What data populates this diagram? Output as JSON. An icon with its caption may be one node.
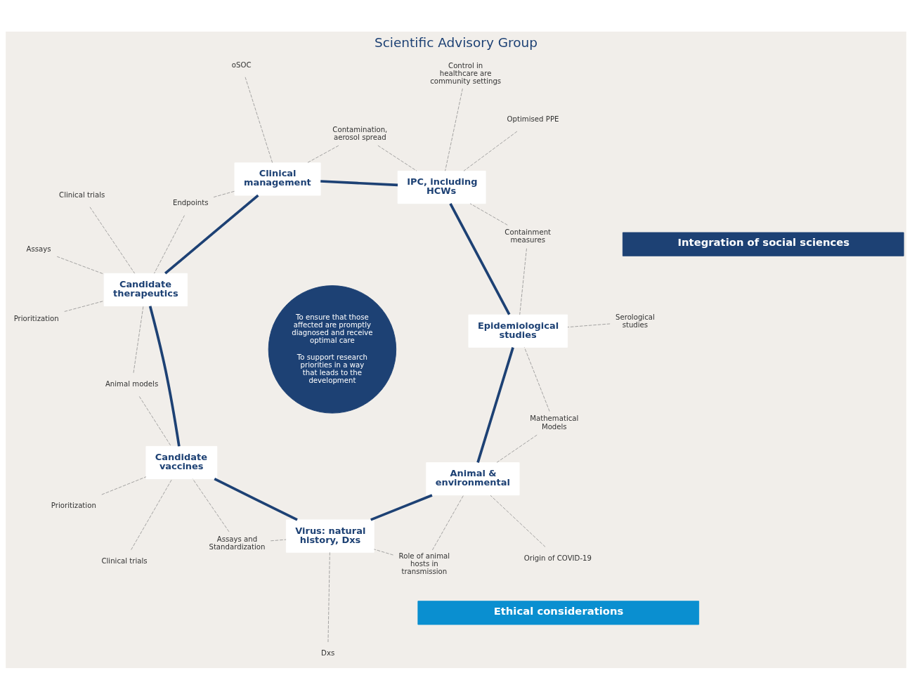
{
  "diagram": {
    "title": "Scientific Advisory Group",
    "nodes": [
      {
        "text": [
          "Ethical considerations"
        ]
      },
      {
        "text": [
          "Integration of social sciences"
        ]
      },
      {
        "text": [
          "To ensure that those affected are promptly diagnosed and receive optimal care",
          "To support research priorities in a way that leads to the development"
        ]
      },
      {
        "text": [
          "Virus: natural history, Dxs"
        ]
      },
      {
        "text": [
          "Animal & environmental"
        ]
      },
      {
        "text": [
          "Epidemiological studies"
        ]
      },
      {
        "text": [
          "IPC, including HCWs"
        ]
      },
      {
        "text": [
          "Clinical management"
        ]
      },
      {
        "text": [
          "Candidate therapeutics"
        ]
      },
      {
        "text": [
          "Candidate vaccines"
        ]
      },
      {
        "text": [
          "Dxs"
        ]
      },
      {
        "text": [
          "Role of animal hosts in transmission"
        ]
      },
      {
        "text": [
          "Origin of COVID-19"
        ]
      },
      {
        "text": [
          "Mathematical Models"
        ]
      },
      {
        "text": [
          "Serological studies"
        ]
      },
      {
        "text": [
          "Containment measures"
        ]
      },
      {
        "text": [
          "Control in healthcare are community settings"
        ]
      },
      {
        "text": [
          "Optimised PPE"
        ]
      },
      {
        "text": [
          "Contamination, aerosol spread"
        ]
      },
      {
        "text": [
          "oSOC"
        ]
      },
      {
        "text": [
          "Endpoints"
        ]
      },
      {
        "text": [
          "Clinical trials"
        ]
      },
      {
        "text": [
          "Assays"
        ]
      },
      {
        "text": [
          "Prioritization"
        ]
      },
      {
        "text": [
          "Animal models"
        ]
      },
      {
        "text": [
          "Clinical trials"
        ]
      },
      {
        "text": [
          "Prioritization"
        ]
      },
      {
        "text": [
          "Assays and Standardization"
        ]
      }
    ],
    "edges": [
      {
        "from": 3,
        "to": 4,
        "arrow": "none",
        "style": "thick",
        "color": "#1d4174"
      },
      {
        "from": 4,
        "to": 5,
        "arrow": "none",
        "style": "thick",
        "color": "#1d4174"
      },
      {
        "from": 5,
        "to": 6,
        "arrow": "none",
        "style": "thick",
        "color": "#1d4174"
      },
      {
        "from": 6,
        "to": 7,
        "arrow": "none",
        "style": "thick",
        "color": "#1d4174"
      },
      {
        "from": 7,
        "to": 8,
        "arrow": "none",
        "style": "thick",
        "color": "#1d4174"
      },
      {
        "from": 8,
        "to": 9,
        "arrow": "none",
        "style": "thick",
        "color": "#1d4174"
      },
      {
        "from": 9,
        "to": 3,
        "arrow": "none",
        "style": "thick",
        "color": "#1d4174"
      },
      {
        "from": 10,
        "to": 3,
        "arrow": "none",
        "style": "dashed"
      },
      {
        "from": 11,
        "to": 3,
        "arrow": "none",
        "style": "dashed"
      },
      {
        "from": 11,
        "to": 4,
        "arrow": "none",
        "style": "dashed"
      },
      {
        "from": 12,
        "to": 4,
        "arrow": "none",
        "style": "dashed"
      },
      {
        "from": 13,
        "to": 4,
        "arrow": "none",
        "style": "dashed"
      },
      {
        "from": 13,
        "to": 5,
        "arrow": "none",
        "style": "dashed"
      },
      {
        "from": 14,
        "to": 5,
        "arrow": "none",
        "style": "dashed"
      },
      {
        "from": 15,
        "to": 5,
        "arrow": "none",
        "style": "dashed"
      },
      {
        "from": 15,
        "to": 6,
        "arrow": "none",
        "style": "dashed"
      },
      {
        "from": 16,
        "to": 6,
        "arrow": "none",
        "style": "dashed"
      },
      {
        "from": 17,
        "to": 6,
        "arrow": "none",
        "style": "dashed"
      },
      {
        "from": 18,
        "to": 6,
        "arrow": "none",
        "style": "dashed"
      },
      {
        "from": 18,
        "to": 7,
        "arrow": "none",
        "style": "dashed"
      },
      {
        "from": 19,
        "to": 7,
        "arrow": "none",
        "style": "dashed"
      },
      {
        "from": 20,
        "to": 7,
        "arrow": "none",
        "style": "dashed"
      },
      {
        "from": 20,
        "to": 8,
        "arrow": "none",
        "style": "dashed"
      },
      {
        "from": 21,
        "to": 8,
        "arrow": "none",
        "style": "dashed"
      },
      {
        "from": 22,
        "to": 8,
        "arrow": "none",
        "style": "dashed"
      },
      {
        "from": 23,
        "to": 8,
        "arrow": "none",
        "style": "dashed"
      },
      {
        "from": 24,
        "to": 8,
        "arrow": "none",
        "style": "dashed"
      },
      {
        "from": 24,
        "to": 9,
        "arrow": "none",
        "style": "dashed"
      },
      {
        "from": 25,
        "to": 9,
        "arrow": "none",
        "style": "dashed"
      },
      {
        "from": 26,
        "to": 9,
        "arrow": "none",
        "style": "dashed"
      },
      {
        "from": 27,
        "to": 9,
        "arrow": "none",
        "style": "dashed"
      },
      {
        "from": 27,
        "to": 3,
        "arrow": "none",
        "style": "dashed"
      }
    ]
  }
}
